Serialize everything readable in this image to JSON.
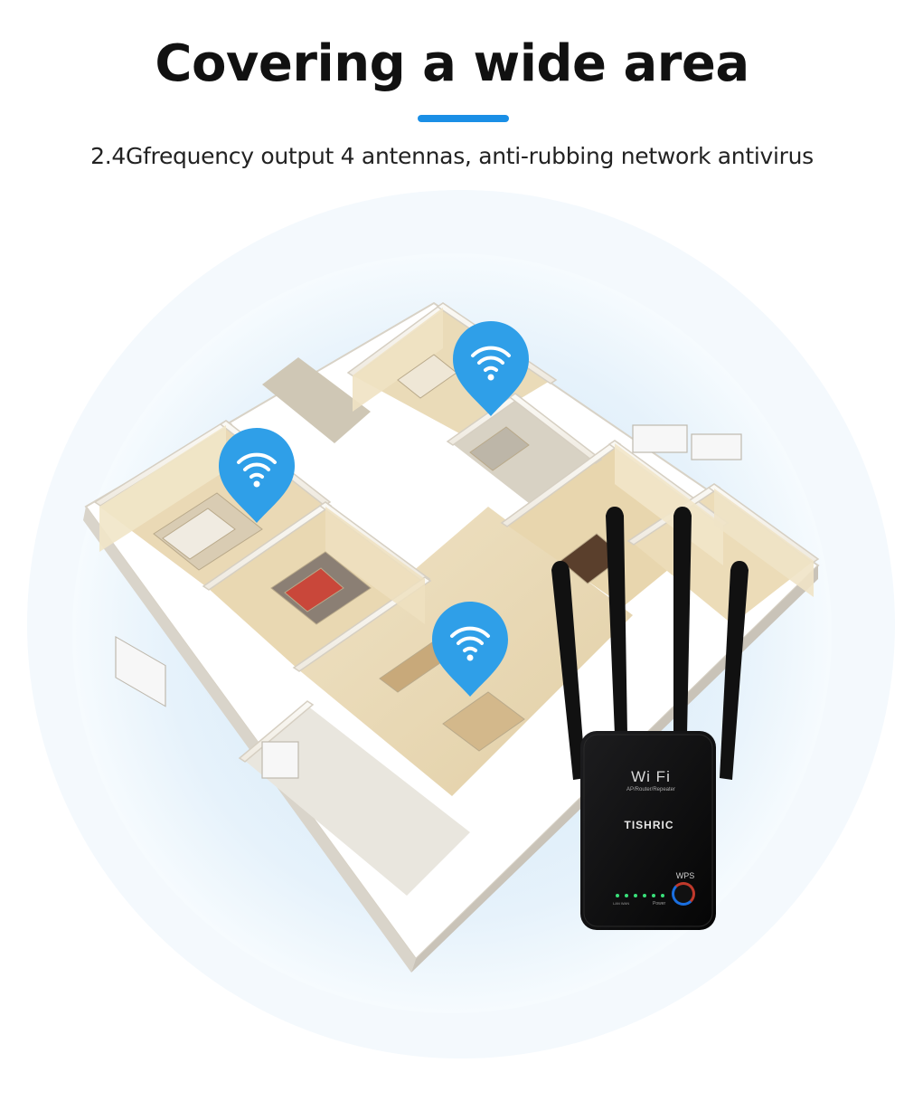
{
  "header": {
    "title": "Covering a wide area",
    "subtitle": "2.4Gfrequency output 4 antennas, anti-rubbing network antivirus"
  },
  "device": {
    "logo": "Wi Fi",
    "tagline": "AP/Router/Repeater",
    "brand": "TISHRIC",
    "wps_label": "WPS",
    "led_labels": "LAN WAN",
    "power_label": "Power"
  },
  "colors": {
    "accent": "#1a8fe6",
    "pin": "#2f9fe8",
    "device_body": "#111111"
  },
  "icons": [
    "wifi-pin-icon",
    "wifi-pin-icon",
    "wifi-pin-icon"
  ]
}
